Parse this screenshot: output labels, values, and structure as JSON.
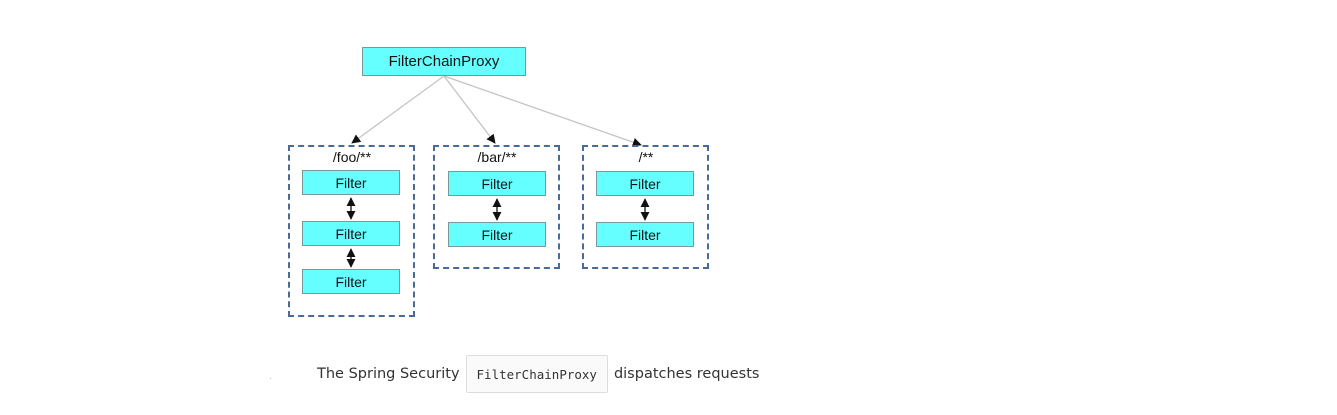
{
  "diagram": {
    "root": {
      "label": "FilterChainProxy"
    },
    "chains": [
      {
        "pattern": "/foo/**",
        "filters": [
          "Filter",
          "Filter",
          "Filter"
        ]
      },
      {
        "pattern": "/bar/**",
        "filters": [
          "Filter",
          "Filter"
        ]
      },
      {
        "pattern": "/**",
        "filters": [
          "Filter",
          "Filter"
        ]
      }
    ],
    "colors": {
      "node_fill": "#66ffff",
      "node_border": "#7a9a9a",
      "chain_border": "#4a6a99",
      "connector": "#c4c4c4",
      "arrow": "#111111"
    }
  },
  "caption": {
    "prefix": "The Spring Security",
    "code": "FilterChainProxy",
    "suffix": "dispatches requests"
  }
}
